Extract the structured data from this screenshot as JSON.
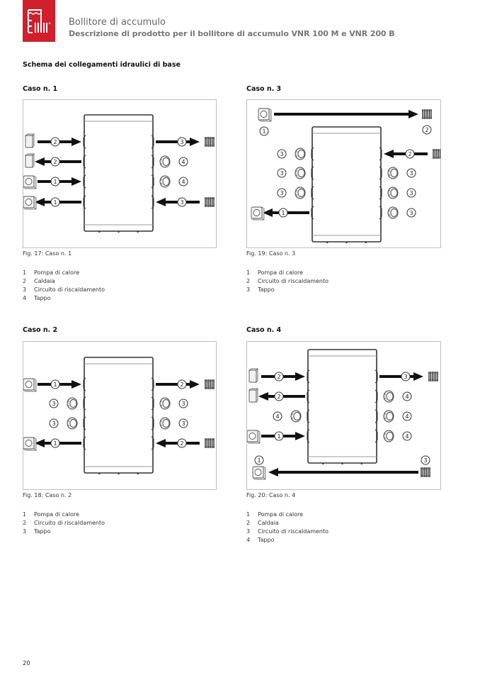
{
  "header": {
    "logo": "boiler-tank-logo-icon",
    "brand_color": "#d0202e",
    "title": "Bollitore di accumulo",
    "subtitle": "Descrizione di prodotto per il bollitore di accumulo VNR 100 M e VNR 200 B"
  },
  "section_title": "Schema dei collegamenti idraulici di base",
  "cases": [
    {
      "title": "Caso n. 1",
      "caption": "Fig. 17:  Caso n. 1",
      "legend": [
        {
          "num": "1",
          "label": "Pompa di calore"
        },
        {
          "num": "2",
          "label": "Caldaia"
        },
        {
          "num": "3",
          "label": "Circuito di riscaldamento"
        },
        {
          "num": "4",
          "label": "Tappo"
        }
      ]
    },
    {
      "title": "Caso n. 2",
      "caption": "Fig. 18:  Caso n. 2",
      "legend": [
        {
          "num": "1",
          "label": "Pompa di calore"
        },
        {
          "num": "2",
          "label": "Circuito di riscaldamento"
        },
        {
          "num": "3",
          "label": "Tappo"
        }
      ]
    },
    {
      "title": "Caso n. 3",
      "caption": "Fig. 19:  Caso n. 3",
      "legend": [
        {
          "num": "1",
          "label": "Pompa di calore"
        },
        {
          "num": "2",
          "label": "Circuito di riscaldamento"
        },
        {
          "num": "3",
          "label": "Tappo"
        }
      ]
    },
    {
      "title": "Caso n. 4",
      "caption": "Fig. 20:  Caso n. 4",
      "legend": [
        {
          "num": "1",
          "label": "Pompa di calore"
        },
        {
          "num": "2",
          "label": "Caldaia"
        },
        {
          "num": "3",
          "label": "Circuito di riscaldamento"
        },
        {
          "num": "4",
          "label": "Tappo"
        }
      ]
    }
  ],
  "diagrams": {
    "case1": {
      "left": [
        {
          "device": "boiler",
          "dir": "in",
          "num": "2"
        },
        {
          "device": "boiler",
          "dir": "out",
          "num": "2"
        },
        {
          "device": "heatpump",
          "dir": "in",
          "num": "1"
        },
        {
          "device": "heatpump",
          "dir": "out",
          "num": "1"
        }
      ],
      "right": [
        {
          "device": "radiator",
          "dir": "out",
          "num": "3"
        },
        {
          "device": "plug",
          "num": "4"
        },
        {
          "device": "plug",
          "num": "4"
        },
        {
          "device": "radiator",
          "dir": "in",
          "num": "3"
        }
      ]
    },
    "case2": {
      "left": [
        {
          "device": "heatpump",
          "dir": "in",
          "num": "1"
        },
        {
          "device": "plug",
          "num": "3"
        },
        {
          "device": "plug",
          "num": "3"
        },
        {
          "device": "heatpump",
          "dir": "out",
          "num": "1"
        }
      ],
      "right": [
        {
          "device": "radiator",
          "dir": "out",
          "num": "2"
        },
        {
          "device": "plug",
          "num": "3"
        },
        {
          "device": "plug",
          "num": "3"
        },
        {
          "device": "radiator",
          "dir": "in",
          "num": "2"
        }
      ]
    },
    "case3": {
      "bypass": {
        "from": "heatpump",
        "from_num": "1",
        "to": "radiator",
        "to_num": "2"
      },
      "left": [
        {
          "device": "plug",
          "num": "3"
        },
        {
          "device": "plug",
          "num": "3"
        },
        {
          "device": "plug",
          "num": "3"
        },
        {
          "device": "heatpump",
          "dir": "out",
          "num": "1"
        }
      ],
      "right": [
        {
          "device": "radiator",
          "dir": "in",
          "num": "2"
        },
        {
          "device": "plug",
          "num": "3"
        },
        {
          "device": "plug",
          "num": "3"
        },
        {
          "device": "plug",
          "num": "3"
        }
      ]
    },
    "case4": {
      "bypass": {
        "from": "radiator",
        "from_num": "3",
        "to": "heatpump",
        "to_num": "1"
      },
      "left": [
        {
          "device": "boiler",
          "dir": "in",
          "num": "2"
        },
        {
          "device": "boiler",
          "dir": "out",
          "num": "2"
        },
        {
          "device": "plug",
          "num": "4"
        },
        {
          "device": "heatpump",
          "dir": "in",
          "num": "1"
        }
      ],
      "right": [
        {
          "device": "radiator",
          "dir": "out",
          "num": "3"
        },
        {
          "device": "plug",
          "num": "4"
        },
        {
          "device": "plug",
          "num": "4"
        },
        {
          "device": "plug",
          "num": "4"
        }
      ]
    }
  },
  "page_number": "20"
}
